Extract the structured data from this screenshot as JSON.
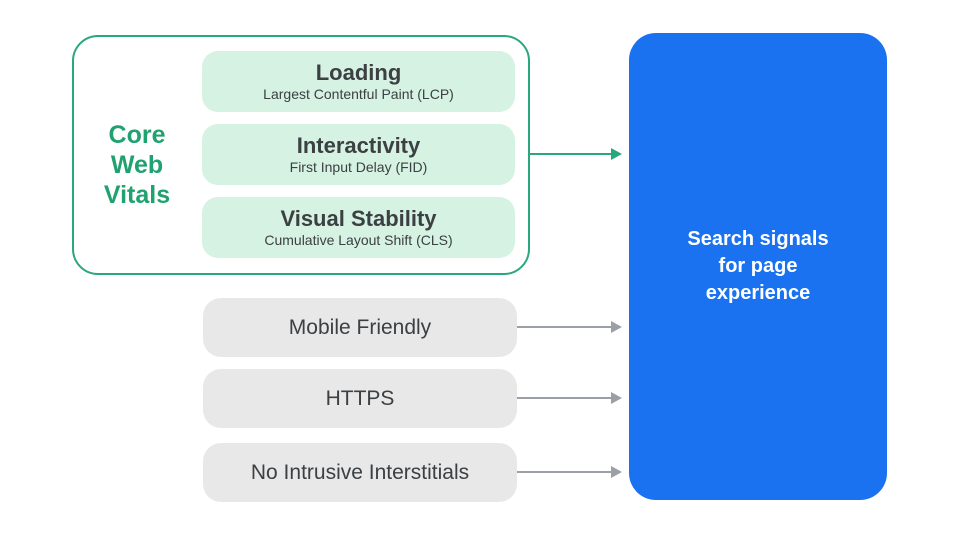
{
  "title": "Search signals for page experience diagram",
  "colors": {
    "green_text": "#1fa26f",
    "green_border": "#2aa77b",
    "green_fill": "#d5f2e3",
    "gray_fill": "#e8e8e9",
    "gray_arrow": "#9aa0a6",
    "dark_text": "#3c4043",
    "blue_fill": "#1b72f0",
    "white_text": "#ffffff"
  },
  "core_web_vitals": {
    "label": "Core Web Vitals",
    "label_lines": [
      "Core",
      "Web",
      "Vitals"
    ],
    "items": [
      {
        "title": "Loading",
        "subtitle": "Largest Contentful Paint (LCP)"
      },
      {
        "title": "Interactivity",
        "subtitle": "First Input Delay (FID)"
      },
      {
        "title": "Visual Stability",
        "subtitle": "Cumulative Layout Shift (CLS)"
      }
    ]
  },
  "other_signals": [
    {
      "label": "Mobile Friendly"
    },
    {
      "label": "HTTPS"
    },
    {
      "label": "No Intrusive Interstitials"
    }
  ],
  "result_box": {
    "label": "Search signals for page experience",
    "label_lines": [
      "Search signals",
      "for page",
      "experience"
    ]
  }
}
